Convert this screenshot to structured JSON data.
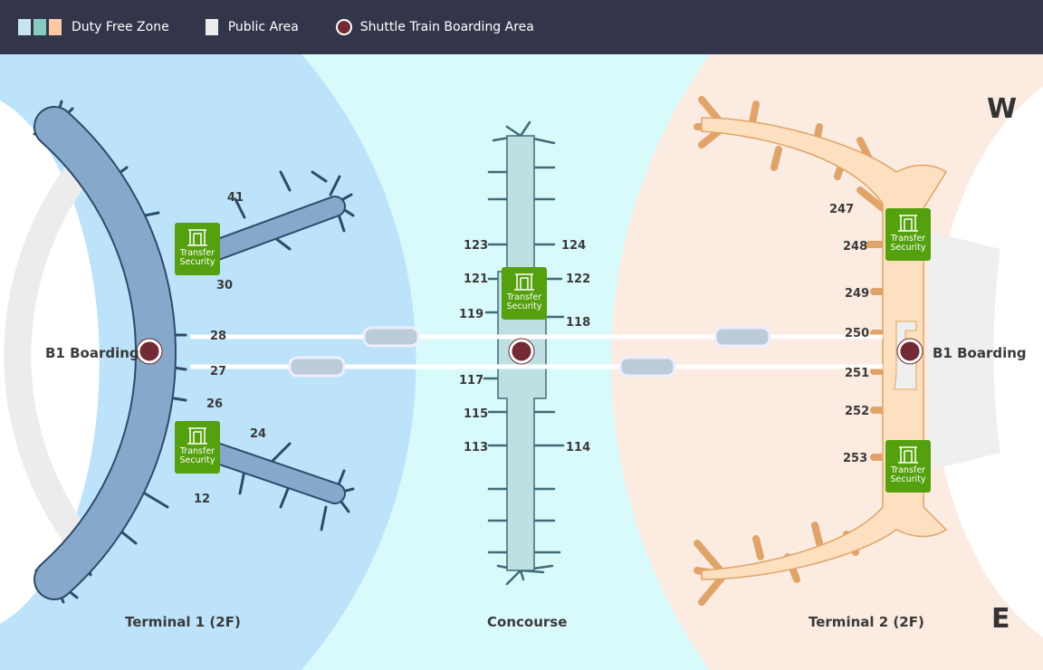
{
  "legend": {
    "duty_free": {
      "label": "Duty Free Zone",
      "colors": [
        "#c7e4ef",
        "#86cbbd",
        "#fdc9a5"
      ]
    },
    "public": {
      "label": "Public Area",
      "color": "#ececec"
    },
    "shuttle": {
      "label": "Shuttle Train Boarding Area",
      "color": "#722a35"
    }
  },
  "map": {
    "terminal1": {
      "label": "Terminal 1 (2F)",
      "boarding": "B1 Boarding",
      "gates": [
        "41",
        "30",
        "28",
        "27",
        "26",
        "24",
        "12"
      ]
    },
    "concourse": {
      "label": "Concourse",
      "gates": [
        "123",
        "124",
        "121",
        "122",
        "119",
        "118",
        "117",
        "115",
        "113",
        "114"
      ]
    },
    "terminal2": {
      "label": "Terminal 2 (2F)",
      "boarding": "B1 Boarding",
      "gates": [
        "247",
        "248",
        "249",
        "250",
        "251",
        "252",
        "253"
      ]
    },
    "security_label_line1": "Transfer",
    "security_label_line2": "Security",
    "compass": {
      "north_label": "W",
      "south_label": "E"
    },
    "colors": {
      "t1_zone": "#bde3fb",
      "concourse_zone": "#d9fafb",
      "t2_zone": "#fbebe0",
      "t1_building": "#86a8cb",
      "concourse_building": "#bfe0e2",
      "t2_building": "#fde0bf",
      "security": "#55a00e"
    }
  }
}
